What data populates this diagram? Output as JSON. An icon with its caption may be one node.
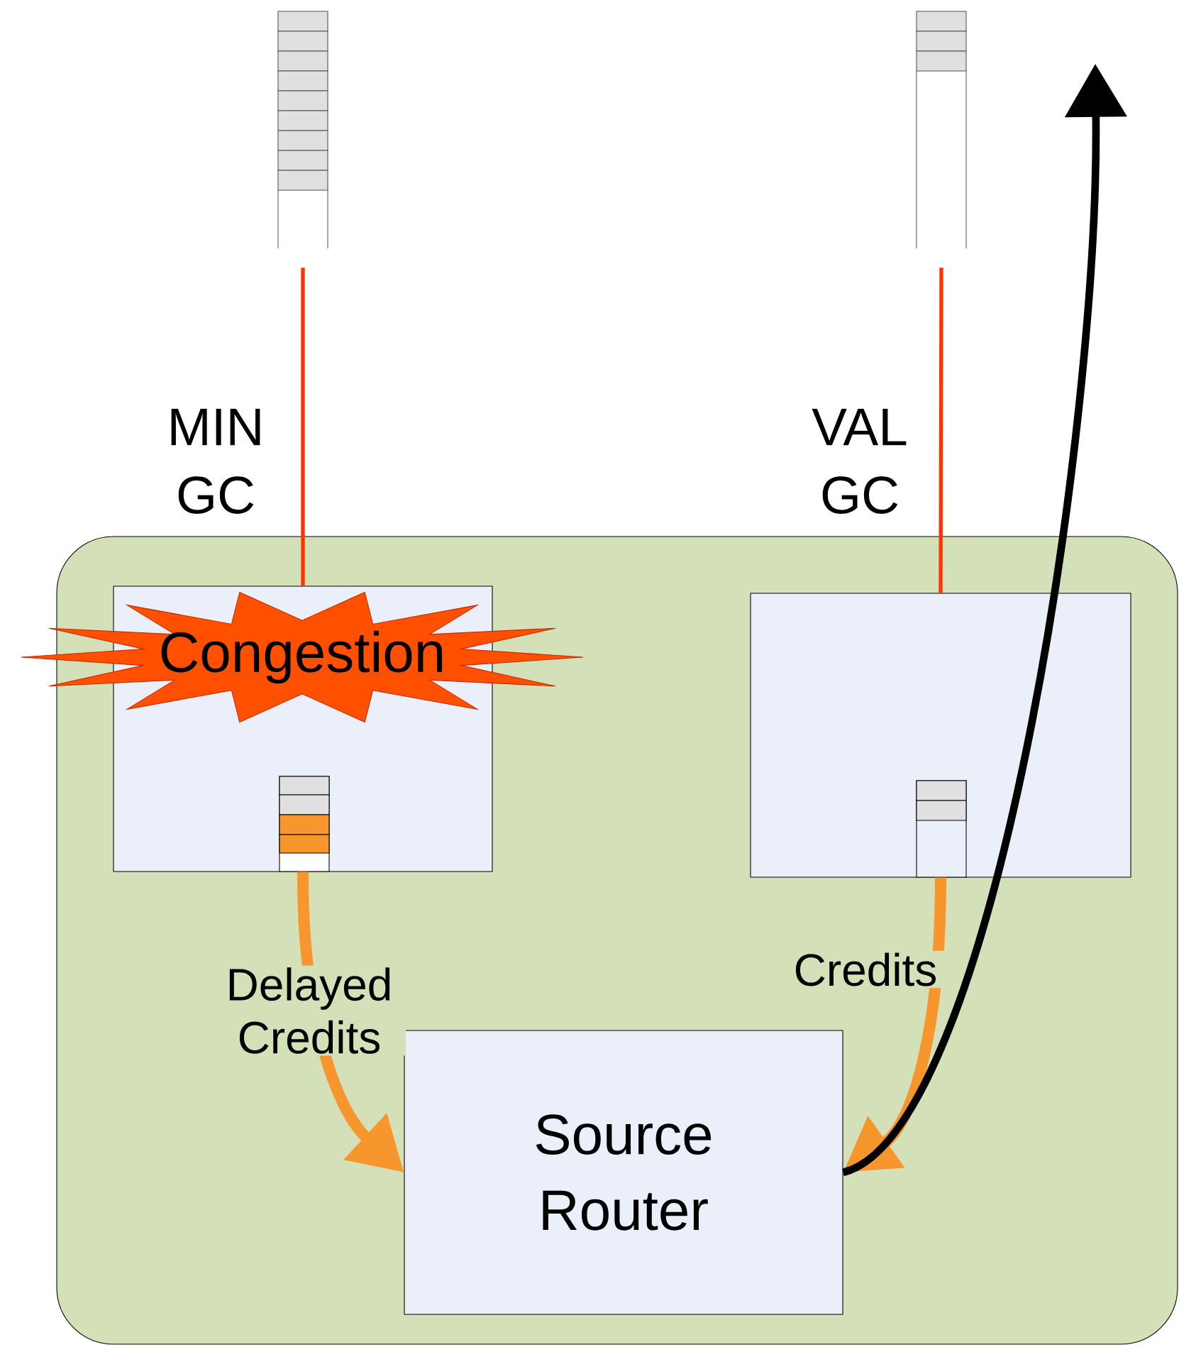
{
  "diagram": {
    "nodes": [
      {
        "text": [],
        "shape": "box"
      },
      {
        "text": [],
        "shape": "bar"
      },
      {
        "text": [],
        "shape": "bar"
      },
      {
        "text": [],
        "shape": "box",
        "in": 0
      },
      {
        "text": [
          "Congestion"
        ]
      },
      {
        "text": [],
        "shape": "box",
        "in": 0
      },
      {
        "text": [
          "Source Router"
        ],
        "in": 0
      }
    ],
    "edges": [
      {
        "from": 1,
        "to": 3,
        "arrow": "none",
        "label": "MIN GC",
        "color": "#ff3300"
      },
      {
        "from": 2,
        "to": 5,
        "arrow": "none",
        "label": "VAL GC",
        "color": "#ff3300"
      },
      {
        "from": 3,
        "to": 6,
        "arrow": "to",
        "label": "Delayed Credits",
        "color": "#f7962d"
      },
      {
        "from": 5,
        "to": 6,
        "arrow": "to",
        "label": "Credits",
        "color": "#f7962d"
      },
      {
        "from": 6,
        "to": null,
        "arrow": "to",
        "color": "#000000"
      }
    ]
  }
}
